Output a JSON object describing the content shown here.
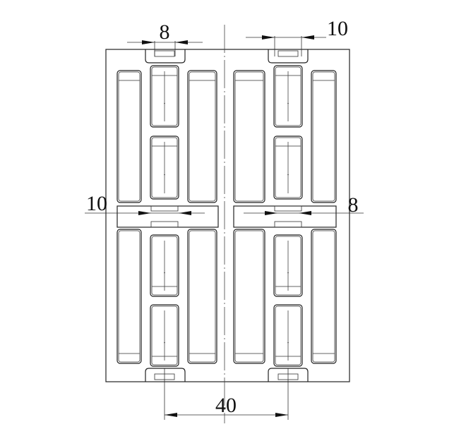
{
  "dimensions": {
    "top_left": "8",
    "top_right": "10",
    "middle_left": "10",
    "middle_right": "8",
    "bottom": "40"
  }
}
